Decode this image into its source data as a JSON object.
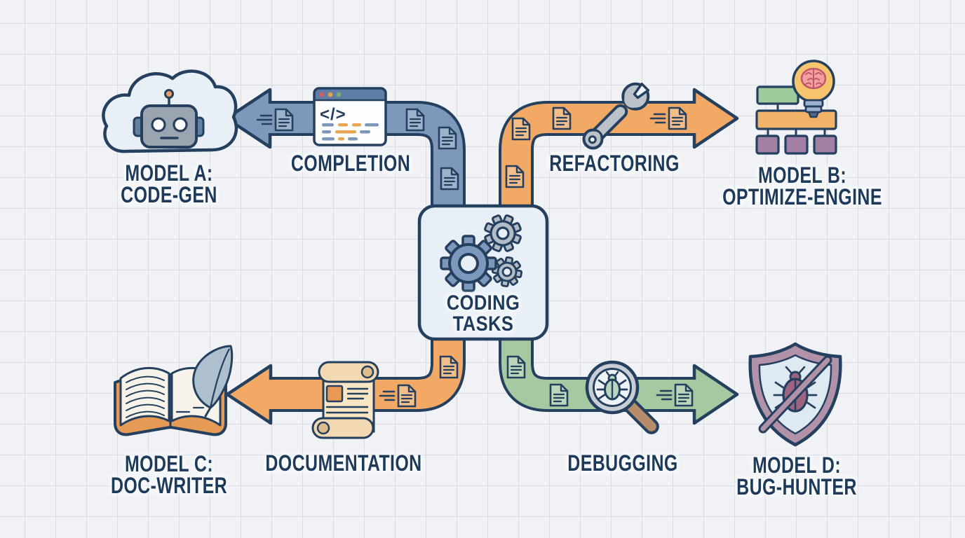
{
  "diagram_title": "coding tasks routing diagram",
  "palette": {
    "background": "#f0f2f6",
    "grid_line": "#d6dce6",
    "outline_navy": "#24405e",
    "text_navy": "#1d3a5a",
    "pipe_blue": "#7d98ba",
    "pipe_orange": "#f1a965",
    "pipe_green": "#a5c9a1",
    "panel_fill": "#e9eff6"
  },
  "center_node": {
    "line1": "CODING",
    "line2": "TASKS",
    "icon": "gears-icon"
  },
  "code_symbol": "</>",
  "browser_chrome_dots": [
    "#d95f57",
    "#e5a13f",
    "#76b06f"
  ],
  "branches": {
    "completion": {
      "label": "COMPLETION",
      "pipe_color": "#7d98ba",
      "direction": "top-left",
      "pipe_icon": "code-window-icon",
      "doc_count": 4,
      "model": {
        "line1": "MODEL A:",
        "line2": "CODE-GEN",
        "icon": "cloud-robot-icon"
      }
    },
    "refactoring": {
      "label": "REFACTORING",
      "pipe_color": "#f1a965",
      "direction": "top-right",
      "pipe_icon": "wrench-icon",
      "doc_count": 4,
      "model": {
        "line1": "MODEL B:",
        "line2": "OPTIMIZE-ENGINE",
        "icon": "flowchart-lightbulb-icon"
      }
    },
    "documentation": {
      "label": "DOCUMENTATION",
      "pipe_color": "#f1a965",
      "direction": "bottom-left",
      "pipe_icon": "scroll-icon",
      "doc_count": 2,
      "model": {
        "line1": "MODEL C:",
        "line2": "DOC-WRITER",
        "icon": "book-quill-icon"
      }
    },
    "debugging": {
      "label": "DEBUGGING",
      "pipe_color": "#a5c9a1",
      "direction": "bottom-right",
      "pipe_icon": "magnifier-bug-icon",
      "doc_count": 3,
      "model": {
        "line1": "MODEL D:",
        "line2": "BUG-HUNTER",
        "icon": "shield-bug-icon"
      }
    }
  }
}
